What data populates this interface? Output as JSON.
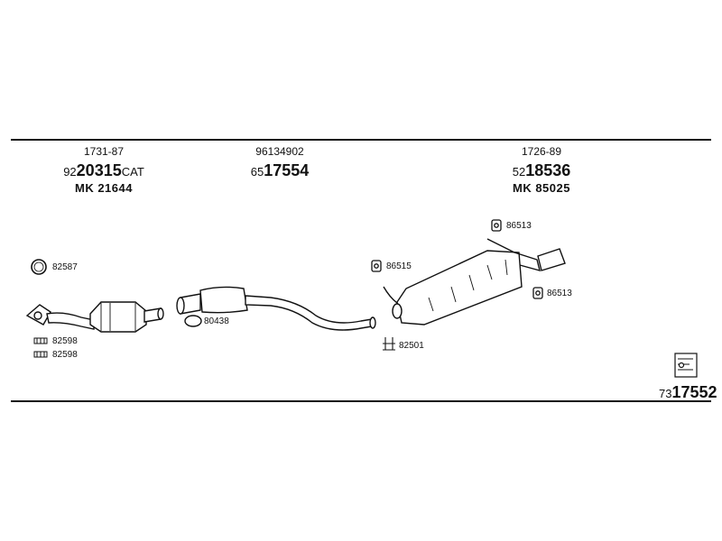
{
  "headers": [
    {
      "ref": "1731-87",
      "prefix": "92",
      "number": "20315",
      "suffix": "CAT",
      "mk": "MK  21644"
    },
    {
      "ref": "96134902",
      "prefix": "65",
      "number": "17554",
      "suffix": "",
      "mk": ""
    },
    {
      "ref": "1726-89",
      "prefix": "52",
      "number": "18536",
      "suffix": "",
      "mk": "MK  85025"
    }
  ],
  "labels": {
    "ring_gasket": "82587",
    "clamp_1": "82598",
    "clamp_2": "82598",
    "clamp_ring": "80438",
    "hanger_mid": "86515",
    "hanger_top": "86513",
    "hanger_right": "86513",
    "bracket": "82501"
  },
  "footer": {
    "prefix": "73",
    "number": "17552"
  }
}
